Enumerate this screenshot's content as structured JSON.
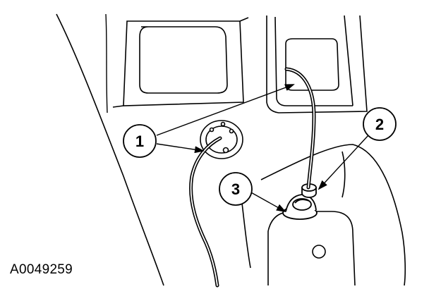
{
  "figure": {
    "code": "A0049259"
  },
  "callouts": [
    {
      "label": "1"
    },
    {
      "label": "2"
    },
    {
      "label": "3"
    }
  ],
  "colors": {
    "line": "#000000",
    "background": "#ffffff"
  }
}
